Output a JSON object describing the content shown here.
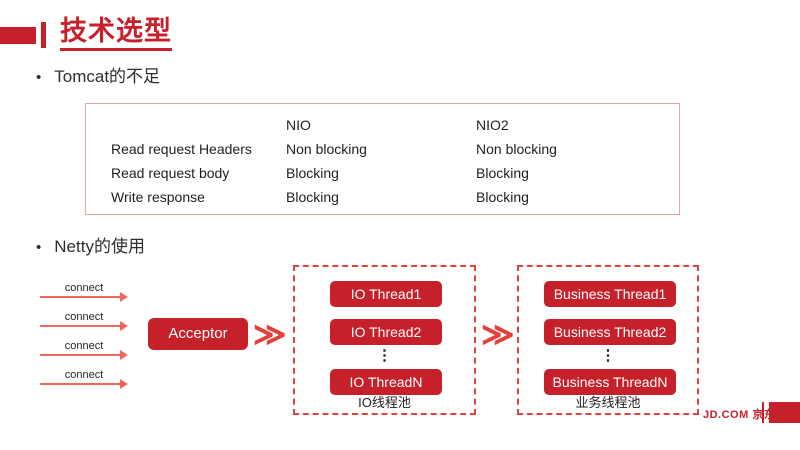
{
  "header": {
    "title": "技术选型"
  },
  "bullets": {
    "tomcat": "Tomcat的不足",
    "netty": "Netty的使用"
  },
  "table": {
    "headers": [
      "",
      "NIO",
      "NIO2"
    ],
    "rows": [
      [
        "Read request Headers",
        "Non blocking",
        "Non blocking"
      ],
      [
        "Read request body",
        "Blocking",
        "Blocking"
      ],
      [
        "Write response",
        "Blocking",
        "Blocking"
      ]
    ]
  },
  "diagram": {
    "connect_labels": [
      "connect",
      "connect",
      "connect",
      "connect"
    ],
    "acceptor_label": "Acceptor",
    "chevron": "≫",
    "dots": "⋮",
    "io_pool": {
      "threads": [
        "IO Thread1",
        "IO Thread2",
        "IO ThreadN"
      ],
      "label": "IO线程池"
    },
    "business_pool": {
      "threads": [
        "Business Thread1",
        "Business Thread2",
        "Business ThreadN"
      ],
      "label": "业务线程池"
    }
  },
  "footer": {
    "logo": "JD.COM 京东"
  },
  "colors": {
    "brand_red": "#c6202a",
    "accent_red": "#ef6a5c",
    "dash_red": "#e2423c",
    "table_border": "#dfa8a8",
    "text_dark": "#2e2e2e"
  }
}
